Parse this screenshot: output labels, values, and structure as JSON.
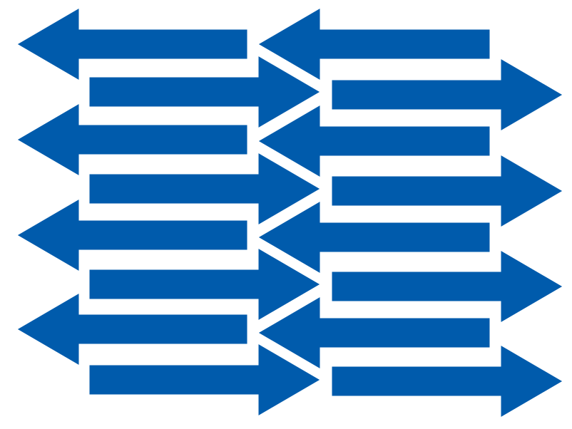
{
  "colors": {
    "arrow_fill": "#005BAC",
    "arrow_outline": "#FFFFFF",
    "background": "#FFFFFF"
  },
  "icons": {
    "left": "arrow-left-icon",
    "right": "arrow-right-icon"
  },
  "arrows": [
    {
      "direction": "left"
    },
    {
      "direction": "left"
    },
    {
      "direction": "right"
    },
    {
      "direction": "right"
    },
    {
      "direction": "left"
    },
    {
      "direction": "left"
    },
    {
      "direction": "right"
    },
    {
      "direction": "right"
    },
    {
      "direction": "left"
    },
    {
      "direction": "left"
    },
    {
      "direction": "right"
    },
    {
      "direction": "right"
    },
    {
      "direction": "left"
    },
    {
      "direction": "left"
    },
    {
      "direction": "right"
    },
    {
      "direction": "right"
    }
  ]
}
